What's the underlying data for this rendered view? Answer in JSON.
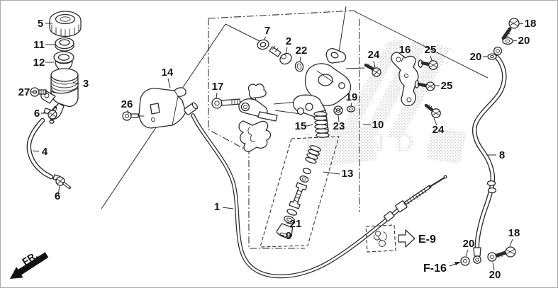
{
  "diagram": {
    "watermark": "HONDA",
    "direction_indicator": "FR.",
    "references": {
      "e9": "E-9",
      "f16": "F-16"
    },
    "colors": {
      "line": "#2b2b2b",
      "watermark_dots": "#cfcfcf",
      "background": "#ffffff",
      "border": "#ababab"
    },
    "callouts": [
      {
        "part": "5"
      },
      {
        "part": "11"
      },
      {
        "part": "12"
      },
      {
        "part": "3"
      },
      {
        "part": "27"
      },
      {
        "part": "6"
      },
      {
        "part": "4"
      },
      {
        "part": "6"
      },
      {
        "part": "14"
      },
      {
        "part": "26"
      },
      {
        "part": "17"
      },
      {
        "part": "7"
      },
      {
        "part": "2"
      },
      {
        "part": "22"
      },
      {
        "part": "24"
      },
      {
        "part": "16"
      },
      {
        "part": "25"
      },
      {
        "part": "25"
      },
      {
        "part": "24"
      },
      {
        "part": "18"
      },
      {
        "part": "20"
      },
      {
        "part": "20"
      },
      {
        "part": "19"
      },
      {
        "part": "23"
      },
      {
        "part": "15"
      },
      {
        "part": "10"
      },
      {
        "part": "13"
      },
      {
        "part": "21"
      },
      {
        "part": "9"
      },
      {
        "part": "1"
      },
      {
        "part": "8"
      },
      {
        "part": "18"
      },
      {
        "part": "20"
      },
      {
        "part": "20"
      }
    ]
  }
}
